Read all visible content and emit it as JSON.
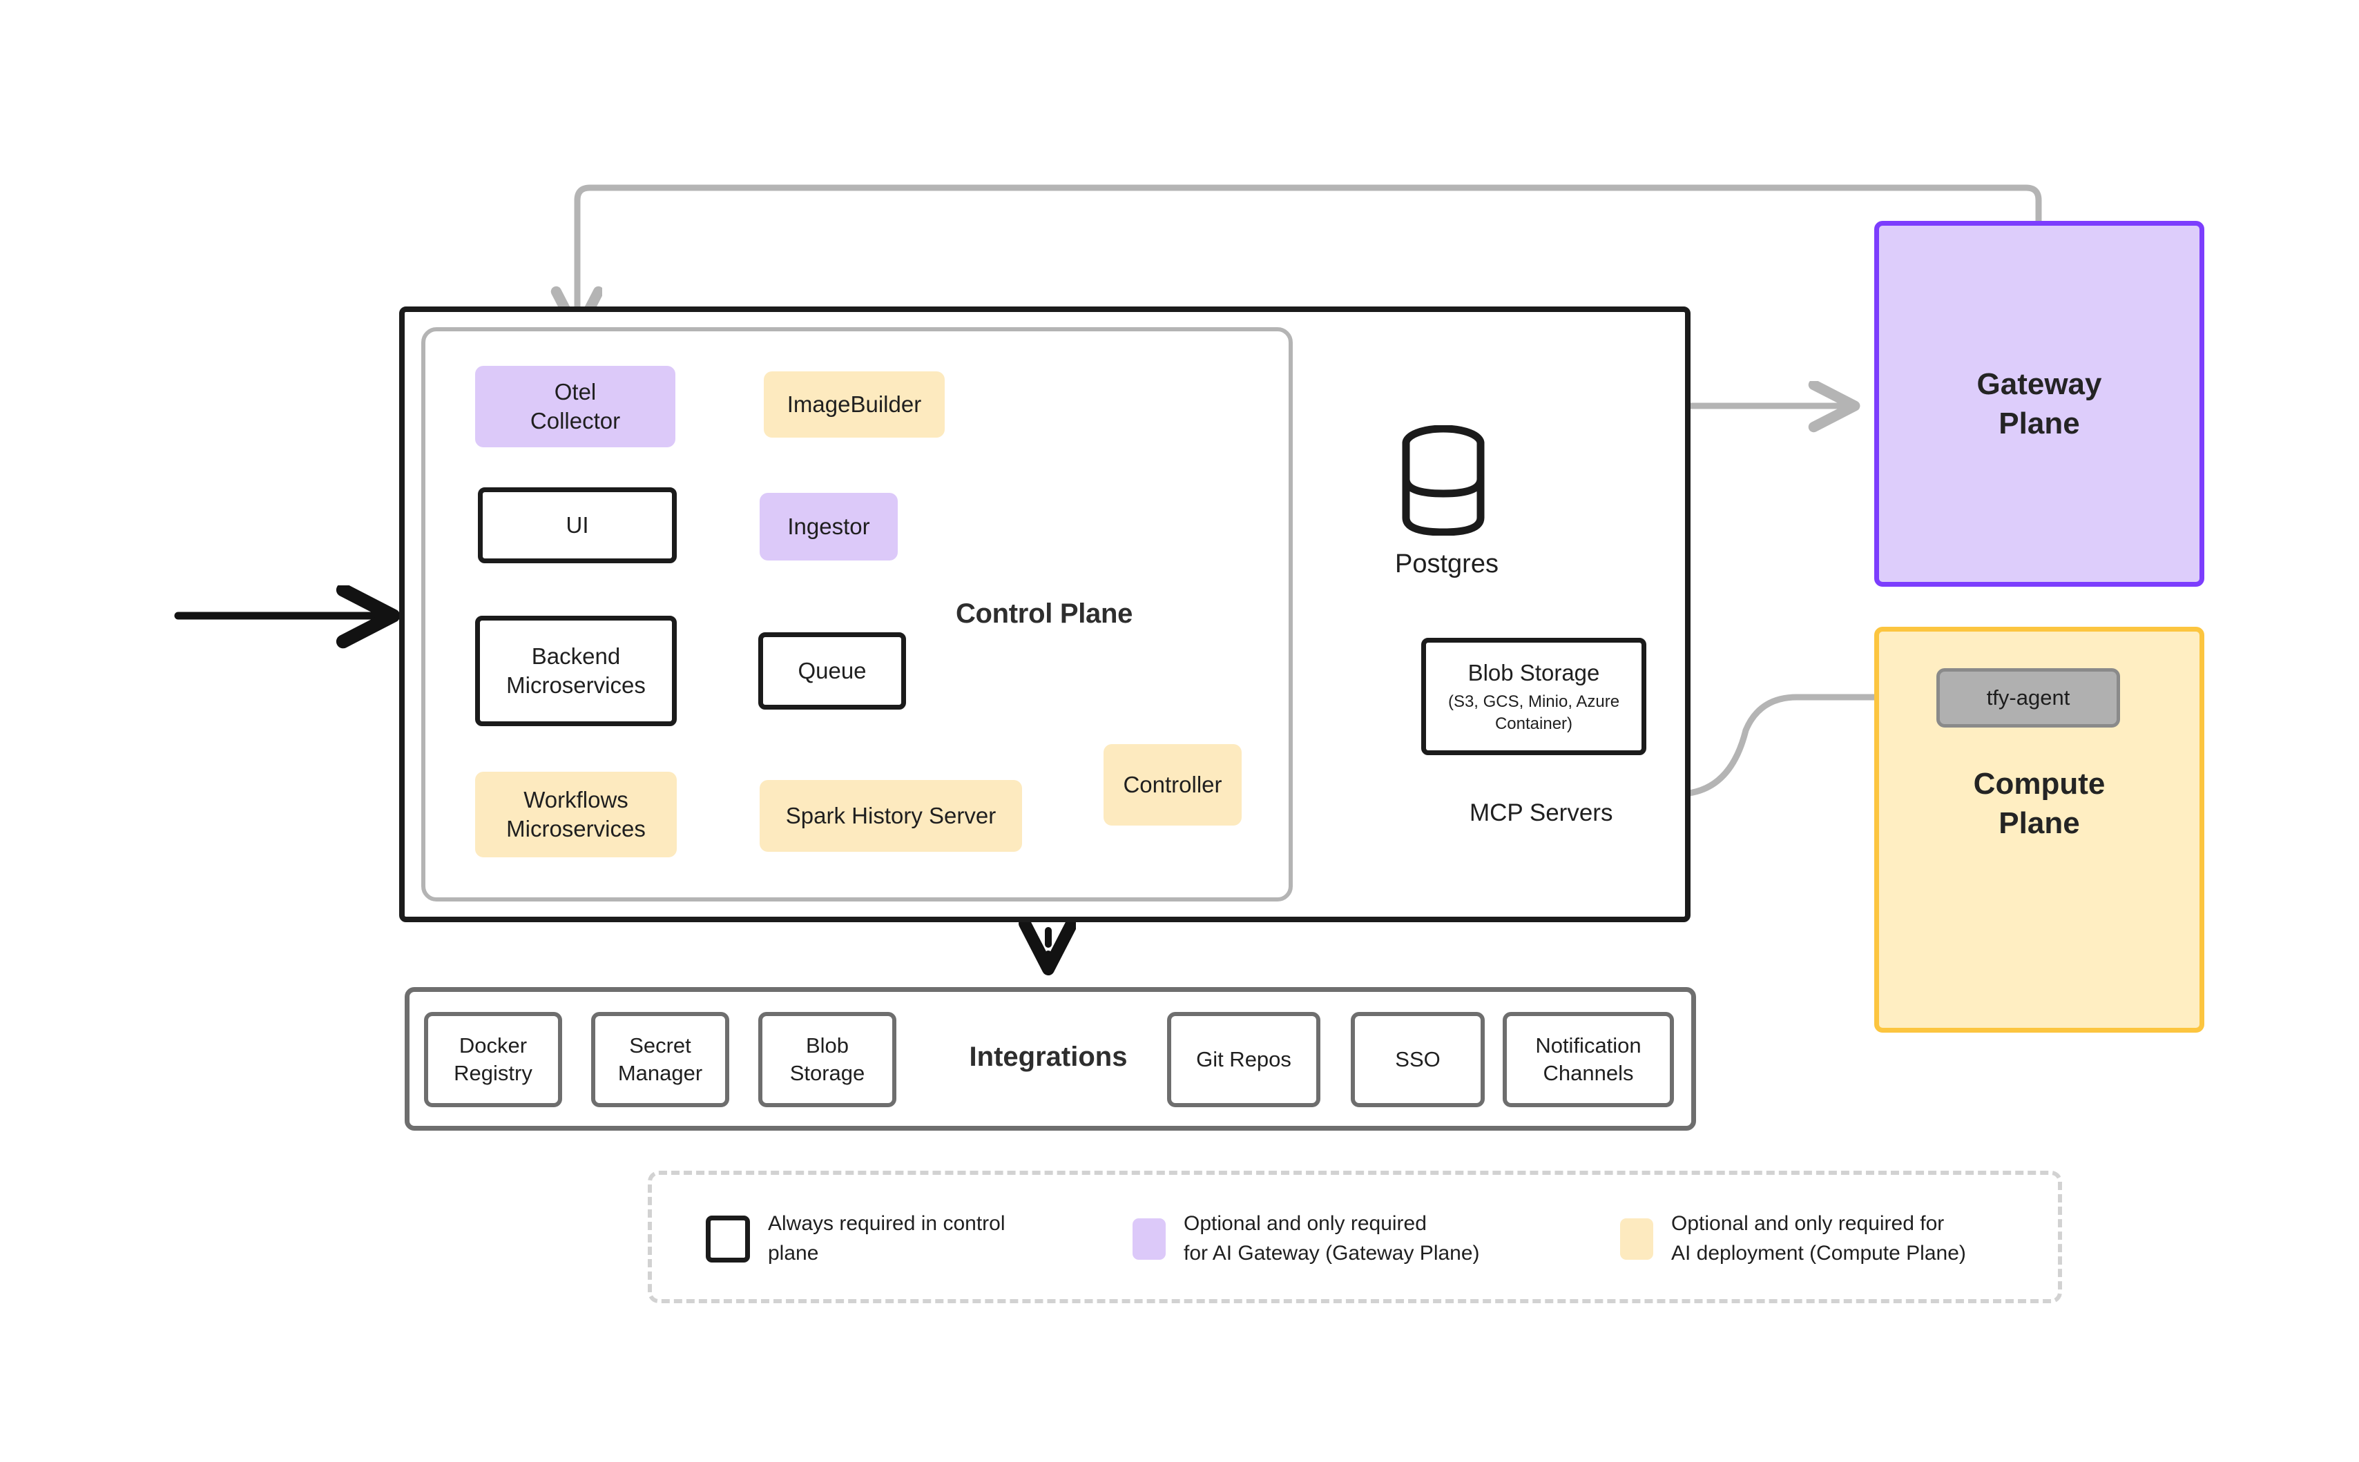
{
  "diagram": {
    "control_plane": {
      "title": "Control Plane",
      "components": {
        "otel_collector": "Otel\nCollector",
        "image_builder": "ImageBuilder",
        "ui": "UI",
        "ingestor": "Ingestor",
        "backend_microservices": "Backend\nMicroservices",
        "queue": "Queue",
        "workflows_microservices": "Workflows\nMicroservices",
        "spark_history_server": "Spark History Server",
        "controller": "Controller"
      }
    },
    "datastores": {
      "postgres_label": "Postgres",
      "blob_storage_title": "Blob Storage",
      "blob_storage_sub": "(S3, GCS, Minio, Azure Container)"
    },
    "mcp_servers_label": "MCP Servers",
    "gateway_plane": {
      "title": "Gateway\nPlane"
    },
    "compute_plane": {
      "title": "Compute\nPlane",
      "agent": "tfy-agent"
    },
    "integrations": {
      "title": "Integrations",
      "left_chips": [
        "Docker\nRegistry",
        "Secret\nManager",
        "Blob\nStorage"
      ],
      "right_chips": [
        "Git Repos",
        "SSO",
        "Notification\nChannels"
      ]
    },
    "legend": {
      "items": [
        {
          "swatch": "black-outline",
          "text": "Always required in control\nplane"
        },
        {
          "swatch": "purple",
          "text": "Optional and only required\nfor AI Gateway (Gateway Plane)"
        },
        {
          "swatch": "yellow",
          "text": "Optional and only required for\nAI deployment (Compute Plane)"
        }
      ]
    },
    "colors": {
      "purple_fill": "#dcc9f9",
      "purple_border": "#7c3dfd",
      "yellow_fill": "#fdeabf",
      "yellow_border": "#fcc53f",
      "compute_fill": "#ffeec2",
      "gateway_fill": "#ddcdfb",
      "black": "#1b1b1b",
      "gray_wire": "#b4b4b4",
      "gray_arrow": "#8c8c8c",
      "gray_border": "#6e6e6e",
      "agent_fill": "#b0b0b0"
    }
  }
}
